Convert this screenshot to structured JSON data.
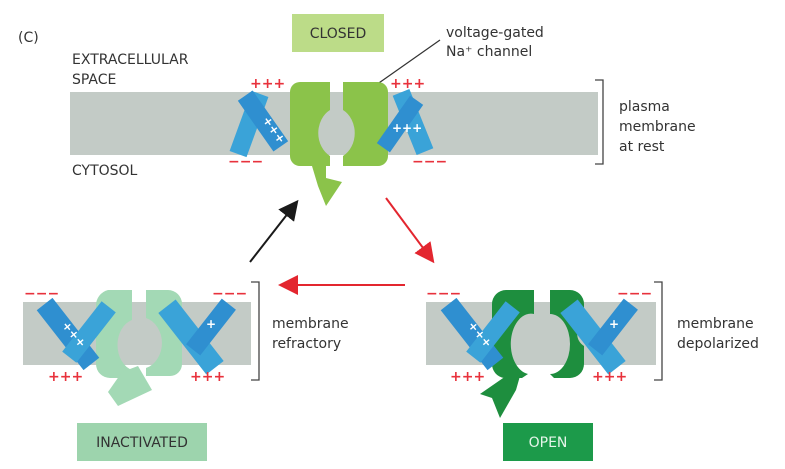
{
  "panel_label": "(C)",
  "regions": {
    "extracellular": [
      "EXTRACELLULAR",
      "SPACE"
    ],
    "cytosol": "CYTOSOL"
  },
  "channel_label": [
    "voltage-gated",
    "Na⁺ channel"
  ],
  "states": {
    "closed": {
      "label": "CLOSED",
      "box_color": "#bcdc88",
      "text_color": "#333333",
      "channel_color": "#8bc34a"
    },
    "open": {
      "label": "OPEN",
      "box_color": "#1c9a4a",
      "text_color": "#e6f5ea",
      "channel_color": "#1e8e3e"
    },
    "inactivated": {
      "label": "INACTIVATED",
      "box_color": "#9dd4ad",
      "text_color": "#333333",
      "channel_color": "#a3d9b5"
    }
  },
  "membrane_labels": {
    "rest": [
      "plasma",
      "membrane",
      "at rest"
    ],
    "depolarized": [
      "membrane",
      "depolarized"
    ],
    "refractory": [
      "membrane",
      "refractory"
    ]
  },
  "charges": {
    "plus": "+++",
    "minus": "−−−",
    "sensor_plus_3": "+++",
    "sensor_plus_1": "+"
  },
  "colors": {
    "membrane": "#c3cbc6",
    "sensor_dark": "#2f8fd0",
    "sensor_light": "#3aa3d8",
    "charge_red": "#e8323c",
    "arrow_red": "#e3262f",
    "arrow_black": "#1a1a1a"
  },
  "transitions": [
    {
      "from": "closed",
      "to": "open",
      "color": "red"
    },
    {
      "from": "open",
      "to": "inactivated",
      "color": "red"
    },
    {
      "from": "inactivated",
      "to": "closed",
      "color": "black"
    }
  ]
}
